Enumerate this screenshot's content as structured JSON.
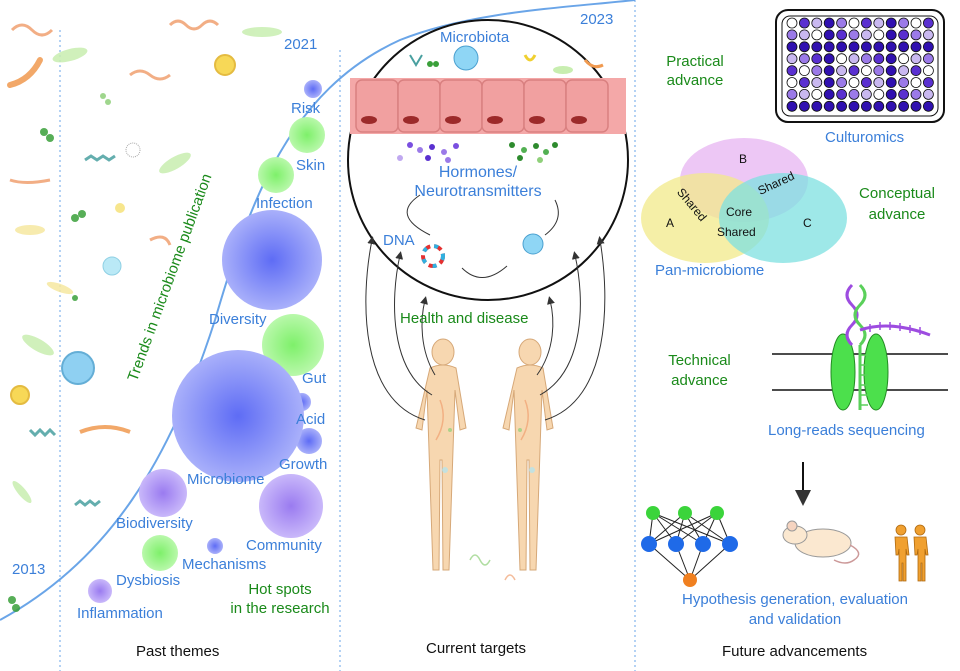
{
  "past": {
    "year_2013": "2013",
    "year_2021": "2021",
    "trend_label": "Trends in microbiome publication",
    "bubbles": {
      "risk": "Risk",
      "skin": "Skin",
      "infection": "Infection",
      "diversity": "Diversity",
      "gut": "Gut",
      "acid": "Acid",
      "growth": "Growth",
      "microbiome": "Microbiome",
      "biodiversity": "Biodiversity",
      "community": "Community",
      "mechanisms": "Mechanisms",
      "dysbiosis": "Dysbiosis",
      "inflammation": "Inflammation"
    },
    "hot_spots_line1": "Hot spots",
    "hot_spots_line2": "in the research",
    "footer": "Past themes"
  },
  "current": {
    "year_2023": "2023",
    "microbiota": "Microbiota",
    "hormones_line1": "Hormones/",
    "hormones_line2": "Neurotransmitters",
    "dna": "DNA",
    "health_disease": "Health and disease",
    "footer": "Current targets"
  },
  "future": {
    "practical_line1": "Practical",
    "practical_line2": "advance",
    "culturomics": "Culturomics",
    "conceptual_line1": "Conceptual",
    "conceptual_line2": "advance",
    "venn": {
      "a": "A",
      "b": "B",
      "c": "C",
      "core": "Core",
      "shared_ab": "Shared",
      "shared_bc": "Shared",
      "shared_ac": "Shared"
    },
    "pan_microbiome": "Pan-microbiome",
    "technical_line1": "Technical",
    "technical_line2": "advance",
    "long_reads": "Long-reads sequencing",
    "hypothesis_line1": "Hypothesis generation, evaluation",
    "hypothesis_line2": "and validation",
    "footer": "Future advancements"
  },
  "colors": {
    "blue_text": "#3b7fd9",
    "green_text": "#1a8a1a",
    "bubble_blue": "#7f86f0",
    "bubble_green": "#8ff07a",
    "bubble_purple": "#a58cf0"
  }
}
